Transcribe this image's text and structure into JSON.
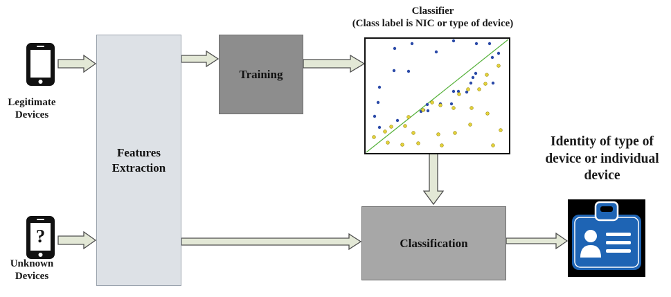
{
  "devices": {
    "legitimate": [
      "Legitimate",
      "Devices"
    ],
    "unknown": [
      "Unknown",
      "Devices"
    ],
    "unknown_symbol": "?"
  },
  "blocks": {
    "features": [
      "Features",
      "Extraction"
    ],
    "training": "Training",
    "classification": "Classification"
  },
  "classifier": {
    "title": "Classifier",
    "subtitle": "(Class label is NIC or type of device)"
  },
  "output": {
    "identity_label": [
      "Identity of type of",
      "device or individual",
      "device"
    ],
    "icon": "id-card-icon"
  },
  "colors": {
    "features_fill": "#dde1e6",
    "training_fill": "#8d8d8d",
    "classification_fill": "#a7a7a7",
    "arrow_fill": "#e3e8d6",
    "class_a_dots": "#2b4aa8",
    "class_b_dots": "#e4d23a",
    "boundary_line": "#55b13a",
    "id_icon_blue": "#1e64b4"
  }
}
